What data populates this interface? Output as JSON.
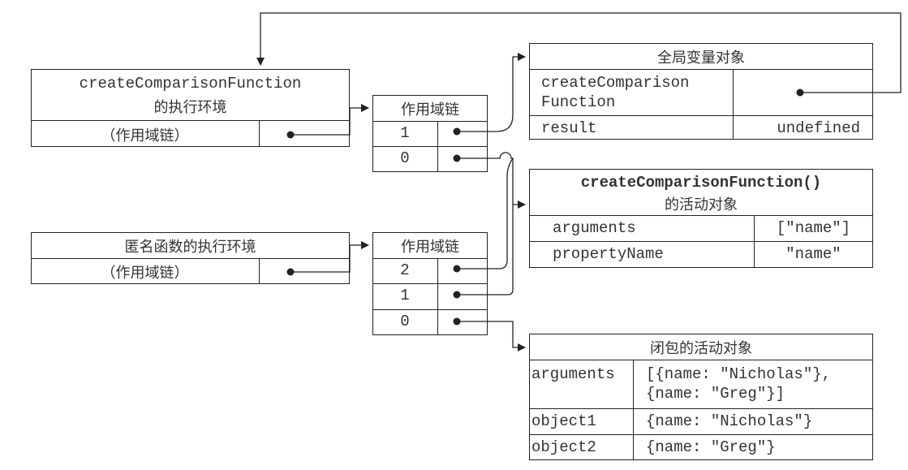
{
  "create_ctx": {
    "title_line1": "createComparisonFunction",
    "title_line2": "的执行环境",
    "scope_label": "（作用域链）"
  },
  "scope_chain_top": {
    "title": "作用域链",
    "rows": [
      "1",
      "0"
    ]
  },
  "anon_ctx": {
    "title": "匿名函数的执行环境",
    "scope_label": "（作用域链）"
  },
  "scope_chain_bottom": {
    "title": "作用域链",
    "rows": [
      "2",
      "1",
      "0"
    ]
  },
  "global_obj": {
    "title": "全局变量对象",
    "row1_name_line1": "createComparison",
    "row1_name_line2": "Function",
    "row2_name": "result",
    "row2_value": "undefined"
  },
  "create_activation": {
    "title_line1": "createComparisonFunction()",
    "title_line2": "的活动对象",
    "rows": [
      {
        "name": "arguments",
        "value": "[\"name\"]"
      },
      {
        "name": "propertyName",
        "value": "\"name\""
      }
    ]
  },
  "closure_activation": {
    "title": "闭包的活动对象",
    "rows": [
      {
        "name": "arguments",
        "value_line1": "[{name: \"Nicholas\"},",
        "value_line2": "{name: \"Greg\"}]"
      },
      {
        "name": "object1",
        "value_line1": "{name: \"Nicholas\"}",
        "value_line2": ""
      },
      {
        "name": "object2",
        "value_line1": "{name: \"Greg\"}",
        "value_line2": ""
      }
    ]
  }
}
